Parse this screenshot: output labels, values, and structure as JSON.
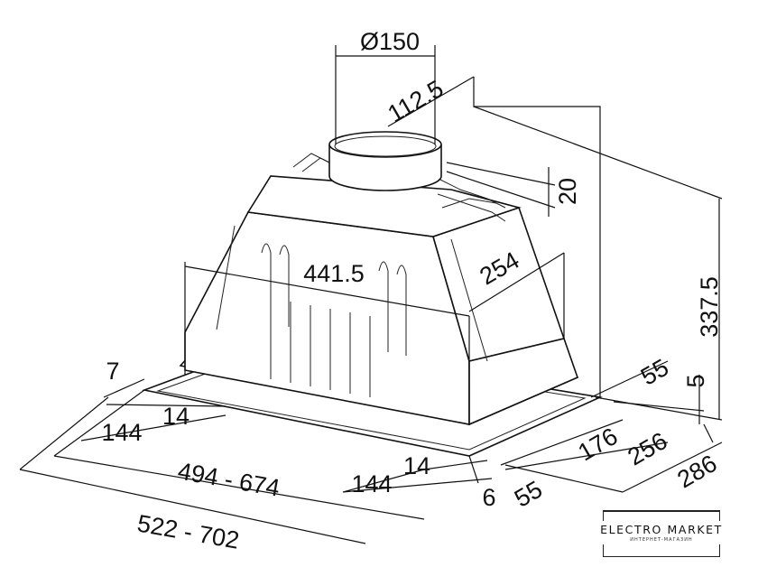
{
  "dimensions": {
    "duct_diameter": "Ø150",
    "duct_offset": "112.5",
    "duct_height": "20",
    "total_height": "337.5",
    "body_depth": "254",
    "body_width": "441.5",
    "flange_depth_55": "55",
    "flange_thickness": "5",
    "edge_7": "7",
    "left_14": "14",
    "left_144": "144",
    "cutout_width": "494 - 674",
    "overall_width": "522 - 702",
    "front_14": "14",
    "front_144": "144",
    "front_6": "6",
    "front_55": "55",
    "depth_176": "176",
    "depth_256": "256",
    "depth_286": "286"
  },
  "logo": {
    "title": "ELECTRO MARKET",
    "subtitle": "ИНТЕРНЕТ-МАГАЗИН"
  }
}
